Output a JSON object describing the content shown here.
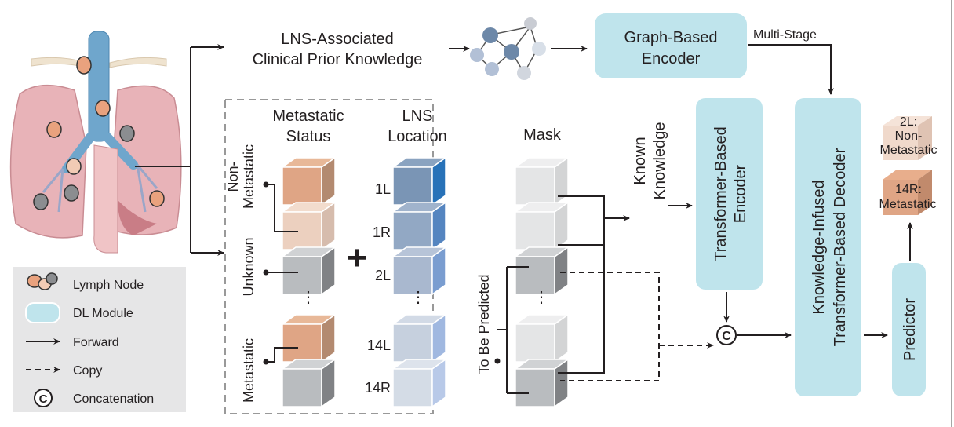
{
  "top": {
    "prior_line1": "LNS-Associated",
    "prior_line2": "Clinical Prior Knowledge",
    "graph_encoder_line1": "Graph-Based",
    "graph_encoder_line2": "Encoder",
    "multi_stage": "Multi-Stage"
  },
  "input_box": {
    "status_title_line1": "Metastatic",
    "status_title_line2": "Status",
    "location_title_line1": "LNS",
    "location_title_line2": "Location",
    "status_labels": {
      "non_metastatic_line1": "Non-",
      "non_metastatic_line2": "Metastatic",
      "unknown": "Unknown",
      "metastatic": "Metastatic"
    },
    "plus": "+",
    "locations": [
      "1L",
      "1R",
      "2L",
      "14L",
      "14R"
    ]
  },
  "mask": {
    "title": "Mask",
    "known_line1": "Known",
    "known_line2": "Knowledge",
    "to_be_predicted": "To Be Predicted"
  },
  "modules": {
    "encoder_line1": "Transformer-Based",
    "encoder_line2": "Encoder",
    "decoder_line1": "Knowledge-Infused",
    "decoder_line2": "Transformer-Based Decoder",
    "predictor": "Predictor",
    "concat_symbol": "C"
  },
  "outputs": [
    {
      "line1": "2L:",
      "line2": "Non-",
      "line3": "Metastatic"
    },
    {
      "line1": "14R:",
      "line2": "Metastatic"
    }
  ],
  "legend": {
    "items": [
      {
        "label": "Lymph Node",
        "icon": "lymph-node-icon"
      },
      {
        "label": "DL Module",
        "icon": "dl-module-icon"
      },
      {
        "label": "Forward",
        "icon": "solid-arrow-icon"
      },
      {
        "label": "Copy",
        "icon": "dashed-arrow-icon"
      },
      {
        "label": "Concatenation",
        "icon": "concatenation-icon"
      }
    ]
  },
  "colors": {
    "dl_module": "#bfe4ec",
    "metastatic": "#dfa585",
    "non_metastatic": "#ecd0bf",
    "unknown": "#b9bcbf",
    "legend_bg": "#e6e6e7"
  }
}
